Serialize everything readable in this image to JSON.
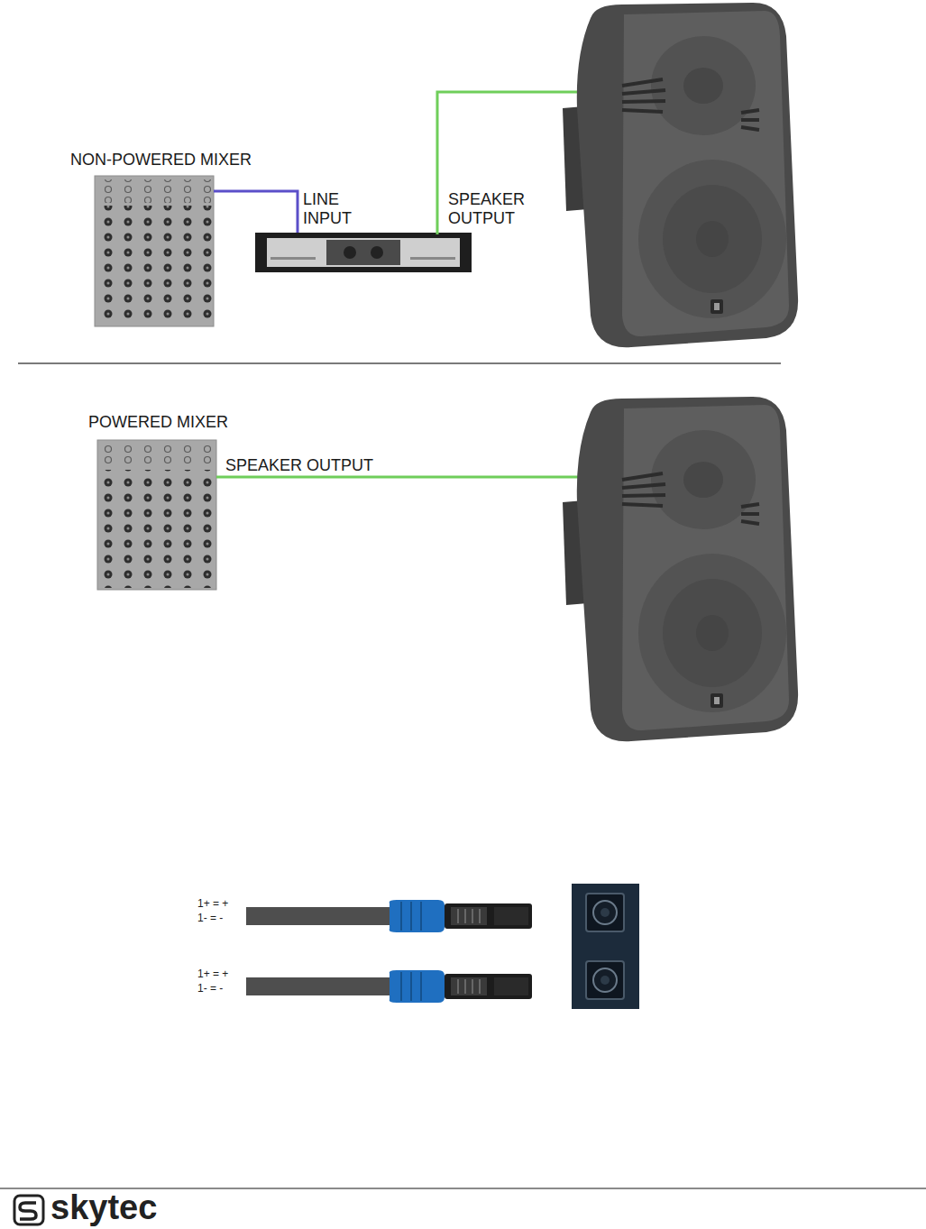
{
  "diagram": {
    "nodes": [
      {
        "text": [
          "NON-POWERED MIXER"
        ]
      },
      {
        "text": [
          "POWERED MIXER"
        ]
      }
    ],
    "labels": [
      "LINE INPUT",
      "SPEAKER OUTPUT",
      "SPEAKER OUTPUT",
      "1+ = +",
      "1- = -",
      "1+ = +",
      "1- = -",
      "skytec"
    ]
  }
}
